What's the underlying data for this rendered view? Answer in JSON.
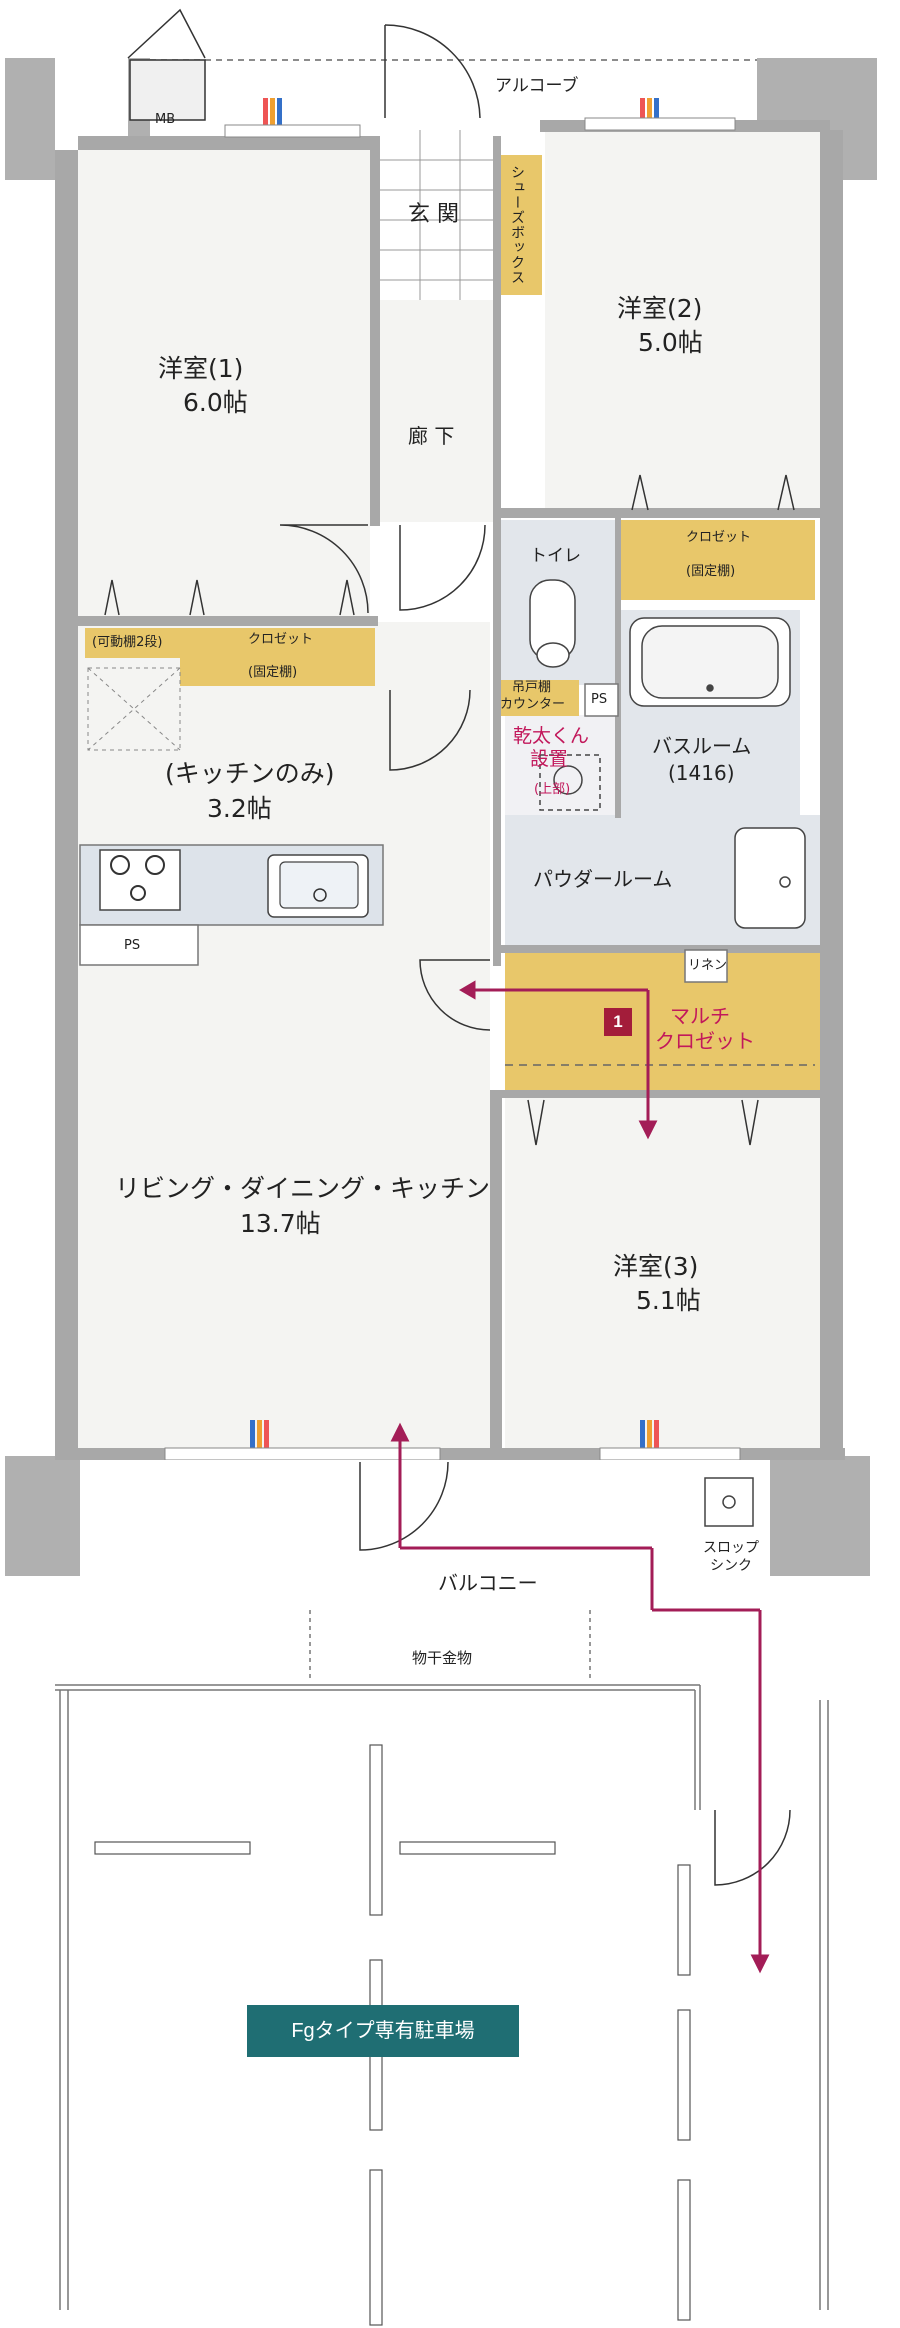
{
  "rooms": {
    "western1": {
      "name": "洋室(1)",
      "size": "6.0帖"
    },
    "western2": {
      "name": "洋室(2)",
      "size": "5.0帖"
    },
    "western3": {
      "name": "洋室(3)",
      "size": "5.1帖"
    },
    "kitchen_only": {
      "name": "(キッチンのみ)",
      "size": "3.2帖"
    },
    "ldk": {
      "name": "リビング・ダイニング・キッチン",
      "size": "13.7帖"
    }
  },
  "labels": {
    "alcove": "アルコーブ",
    "mb": "MB",
    "entrance": "玄 関",
    "shoe_box": "シューズボックス",
    "corridor": "廊 下",
    "toilet": "トイレ",
    "closet_tag": "クロゼット",
    "fixed_shelf": "(固定棚)",
    "movable_shelf": "(可動棚2段)",
    "hanging_shelf": "吊戸棚",
    "counter": "カウンター",
    "ps": "PS",
    "kantakun": "乾太くん",
    "install": "設置",
    "upper": "(上部)",
    "bathroom": "バスルーム",
    "bath_size": "(1416)",
    "powder_room": "パウダールーム",
    "linen": "リネン",
    "multi_closet_1": "マルチ",
    "multi_closet_2": "クロゼット",
    "badge_number": "1",
    "balcony": "バルコニー",
    "drying_hardware": "物干金物",
    "slop_sink_1": "スロップ",
    "slop_sink_2": "シンク",
    "parking": "Fgタイプ専有駐車場"
  },
  "colors": {
    "wall": "#a8a8a8",
    "floor": "#f4f4f2",
    "wet_area": "#e2e6eb",
    "closet": "#e8c76a",
    "accent_arrow": "#a31d57",
    "parking_label": "#1f6e73",
    "label_pink": "#c2185b"
  }
}
